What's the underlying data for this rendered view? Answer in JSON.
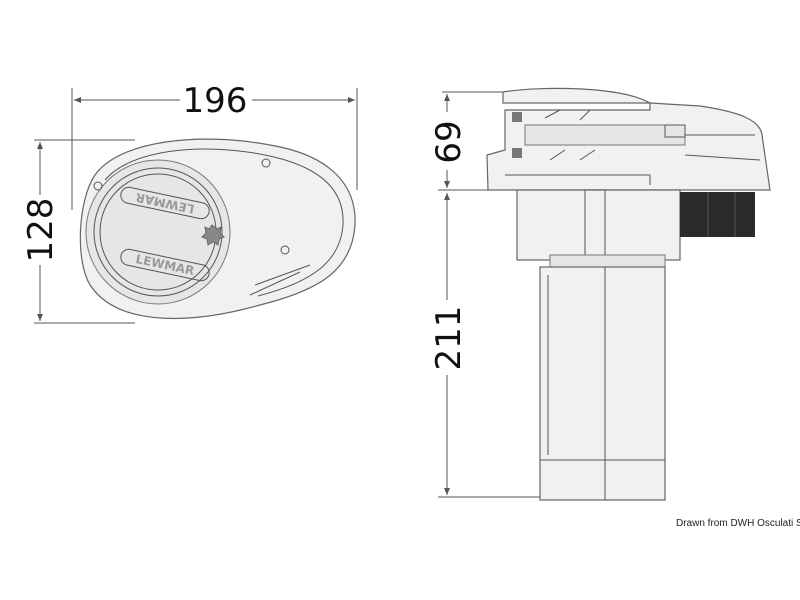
{
  "dimensions": {
    "width": "196",
    "height_top_view": "128",
    "height_upper": "69",
    "height_lower": "211"
  },
  "logo_text": "LEWMAR",
  "credit": "Drawn from DWH Osculati Srl",
  "colors": {
    "line": "#555555",
    "body": "#f1f1f1",
    "motor_cap": "#2a2a2a"
  }
}
